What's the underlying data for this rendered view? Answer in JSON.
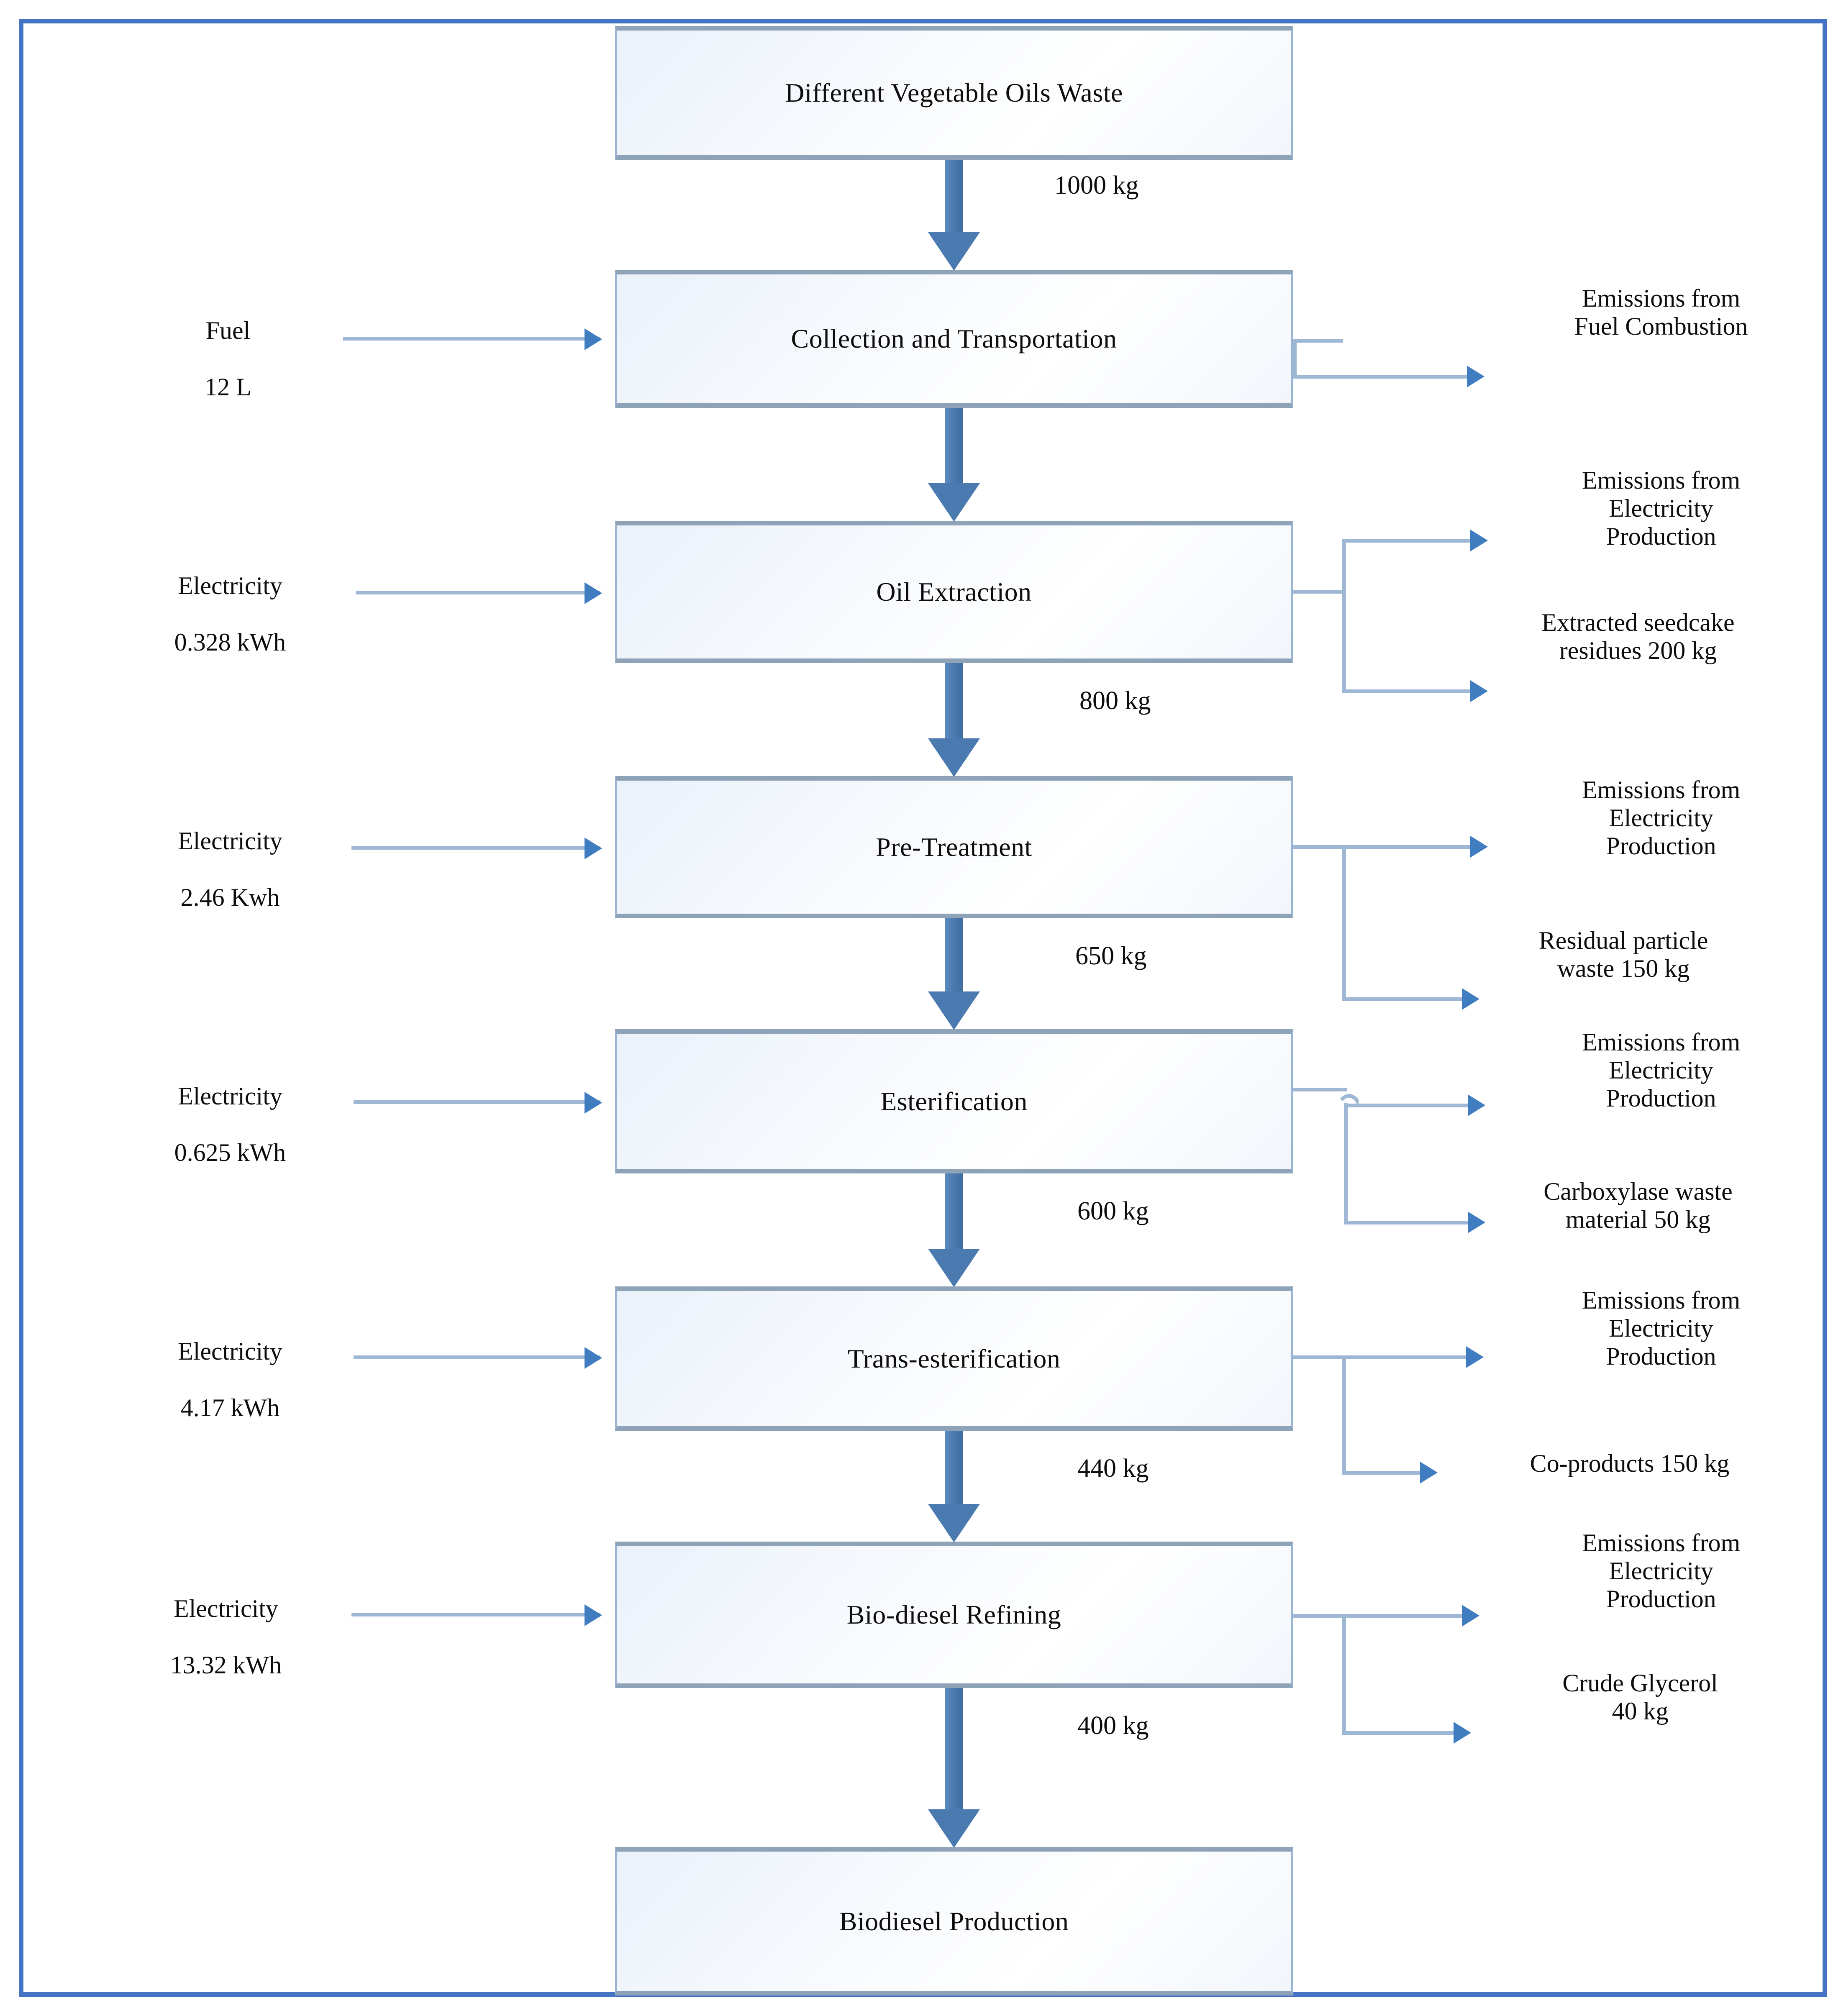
{
  "diagram": {
    "title": "Biodiesel production life-cycle flow diagram",
    "frame_color": "#4472C4",
    "box_border_color": "#8ea3b8",
    "arrow_color": "#4a7ab0",
    "connector_color": "#9db7d4"
  },
  "process_boxes": [
    {
      "id": "feedstock",
      "label": "Different Vegetable Oils Waste"
    },
    {
      "id": "collection",
      "label": "Collection and Transportation"
    },
    {
      "id": "oil-extraction",
      "label": "Oil Extraction"
    },
    {
      "id": "pre-treatment",
      "label": "Pre-Treatment"
    },
    {
      "id": "esterification",
      "label": "Esterification"
    },
    {
      "id": "transesterification",
      "label": "Trans-esterification"
    },
    {
      "id": "refining",
      "label": "Bio-diesel Refining"
    },
    {
      "id": "biodiesel",
      "label": "Biodiesel Production"
    }
  ],
  "mass_flows": [
    {
      "from": "feedstock",
      "to": "collection",
      "label": "1000 kg"
    },
    {
      "from": "oil-extraction",
      "to": "pre-treatment",
      "label": "800 kg"
    },
    {
      "from": "pre-treatment",
      "to": "esterification",
      "label": "650 kg"
    },
    {
      "from": "esterification",
      "to": "transesterification",
      "label": "600 kg"
    },
    {
      "from": "transesterification",
      "to": "refining",
      "label": "440 kg"
    },
    {
      "from": "refining",
      "to": "biodiesel",
      "label": "400 kg"
    }
  ],
  "inputs": [
    {
      "target": "collection",
      "line1": "Fuel",
      "line2": "12 L"
    },
    {
      "target": "oil-extraction",
      "line1": "Electricity",
      "line2": "0.328 kWh"
    },
    {
      "target": "pre-treatment",
      "line1": "Electricity",
      "line2": "2.46 Kwh"
    },
    {
      "target": "esterification",
      "line1": "Electricity",
      "line2": "0.625 kWh"
    },
    {
      "target": "transesterification",
      "line1": "Electricity",
      "line2": "4.17 kWh"
    },
    {
      "target": "refining",
      "line1": "Electricity",
      "line2": "13.32 kWh"
    }
  ],
  "outputs": [
    {
      "source": "collection",
      "emission": "Emissions from\nFuel Combustion",
      "byproduct": null
    },
    {
      "source": "oil-extraction",
      "emission": "Emissions from\nElectricity\nProduction",
      "byproduct": "Extracted seedcake\nresidues 200 kg"
    },
    {
      "source": "pre-treatment",
      "emission": "Emissions from\nElectricity\nProduction",
      "byproduct": "Residual particle\nwaste 150 kg"
    },
    {
      "source": "esterification",
      "emission": "Emissions from\nElectricity\nProduction",
      "byproduct": "Carboxylase waste\nmaterial 50 kg"
    },
    {
      "source": "transesterification",
      "emission": "Emissions from\nElectricity\nProduction",
      "byproduct": "Co-products 150 kg"
    },
    {
      "source": "refining",
      "emission": "Emissions from\nElectricity\nProduction",
      "byproduct": "Crude Glycerol\n40 kg"
    }
  ]
}
